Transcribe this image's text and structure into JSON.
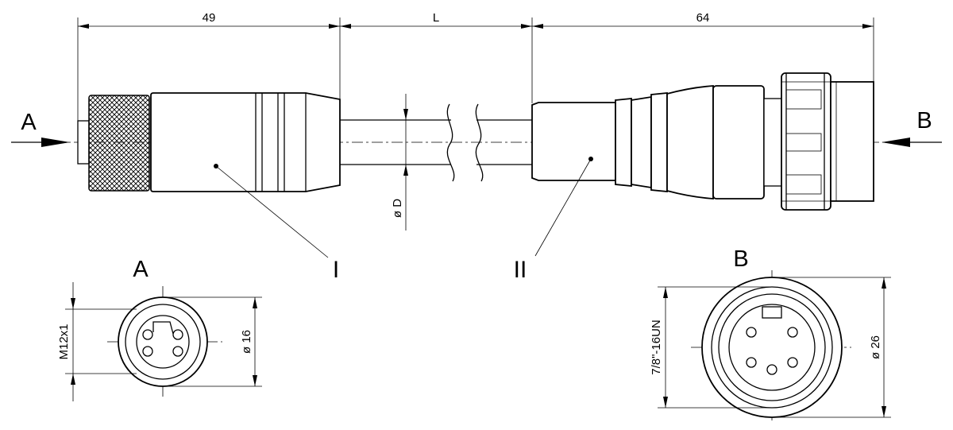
{
  "dimensions": {
    "left_length": "49",
    "cable_length": "L",
    "right_length": "64",
    "cable_diameter": "ø D",
    "thread_a": "M12x1",
    "diameter_a": "ø 16",
    "thread_b": "7/8\"-16UN",
    "diameter_b": "ø 26"
  },
  "views": {
    "end_a": "A",
    "end_b": "B"
  },
  "parts": {
    "part_1": "I",
    "part_2": "II"
  }
}
